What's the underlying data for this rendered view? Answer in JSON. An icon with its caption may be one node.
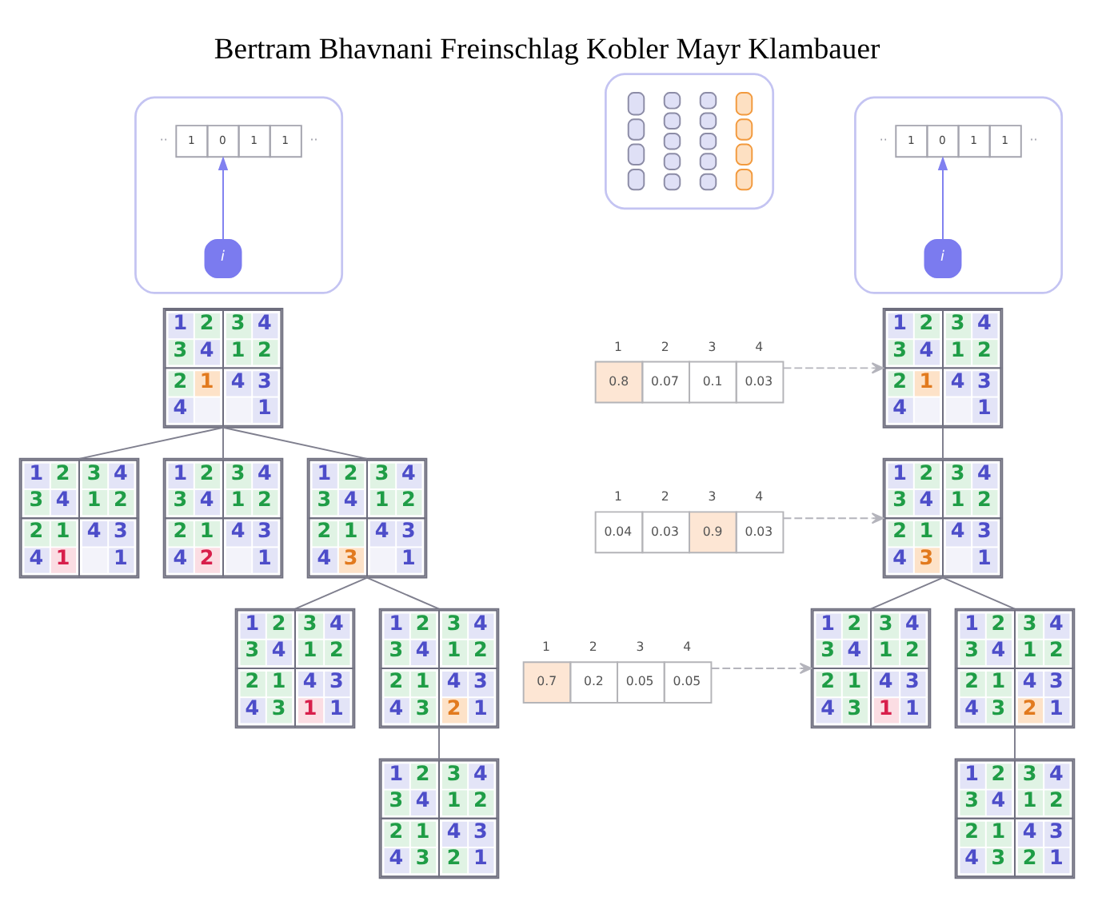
{
  "diagram": {
    "title": "Bertram Bhavnani Freinschlag Kobler Mayr Klambauer",
    "nodes": [
      {
        "text": [],
        "shape": "box"
      },
      {
        "text": [
          "··",
          "1",
          "0",
          "1",
          "1",
          "··"
        ],
        "in": 0
      },
      {
        "text": [
          "i"
        ],
        "in": 0
      },
      {
        "text": [
          "1",
          "2",
          "3",
          "4",
          "3",
          "4",
          "1",
          "2",
          "2",
          "1",
          "4",
          "3",
          "4",
          "1"
        ]
      },
      {
        "text": [
          "1",
          "2",
          "3",
          "4",
          "3",
          "4",
          "1",
          "2",
          "2",
          "1",
          "4",
          "3",
          "4",
          "1",
          "1"
        ]
      },
      {
        "text": [
          "1",
          "2",
          "3",
          "4",
          "3",
          "4",
          "1",
          "2",
          "2",
          "1",
          "4",
          "3",
          "4",
          "2",
          "1"
        ]
      },
      {
        "text": [
          "1",
          "2",
          "3",
          "4",
          "3",
          "4",
          "1",
          "2",
          "2",
          "1",
          "4",
          "3",
          "4",
          "3",
          "1"
        ]
      },
      {
        "text": [
          "1",
          "2",
          "3",
          "4",
          "3",
          "4",
          "1",
          "2",
          "2",
          "1",
          "4",
          "3",
          "4",
          "3",
          "1",
          "1"
        ]
      },
      {
        "text": [
          "1",
          "2",
          "3",
          "4",
          "3",
          "4",
          "1",
          "2",
          "2",
          "1",
          "4",
          "3",
          "4",
          "3",
          "2",
          "1"
        ]
      },
      {
        "text": [
          "1",
          "2",
          "3",
          "4",
          "3",
          "4",
          "1",
          "2",
          "2",
          "1",
          "4",
          "3",
          "4",
          "3",
          "2",
          "1"
        ]
      },
      {
        "text": [],
        "shape": "picture"
      },
      {
        "text": [],
        "shape": "box"
      },
      {
        "text": [
          "··",
          "1",
          "0",
          "1",
          "1",
          "··"
        ],
        "in": 11
      },
      {
        "text": [
          "i"
        ],
        "in": 11
      },
      {
        "text": [
          "1",
          "2",
          "3",
          "4",
          "0.8",
          "0.07",
          "0.1",
          "0.03"
        ]
      },
      {
        "text": [
          "1",
          "2",
          "3",
          "4",
          "3",
          "4",
          "1",
          "2",
          "2",
          "1",
          "4",
          "3",
          "4",
          "1"
        ]
      },
      {
        "text": [
          "1",
          "2",
          "3",
          "4",
          "0.04",
          "0.03",
          "0.9",
          "0.03"
        ]
      },
      {
        "text": [
          "1",
          "2",
          "3",
          "4",
          "3",
          "4",
          "1",
          "2",
          "2",
          "1",
          "4",
          "3",
          "4",
          "3",
          "1"
        ]
      },
      {
        "text": [
          "1",
          "2",
          "3",
          "4",
          "0.7",
          "0.2",
          "0.05",
          "0.05"
        ]
      },
      {
        "text": [
          "1",
          "2",
          "3",
          "4",
          "3",
          "4",
          "1",
          "2",
          "2",
          "1",
          "4",
          "3",
          "4",
          "3",
          "1",
          "1"
        ]
      },
      {
        "text": [
          "1",
          "2",
          "3",
          "4",
          "3",
          "4",
          "1",
          "2",
          "2",
          "1",
          "4",
          "3",
          "4",
          "3",
          "2",
          "1"
        ]
      },
      {
        "text": [
          "1",
          "2",
          "3",
          "4",
          "3",
          "4",
          "1",
          "2",
          "2",
          "1",
          "4",
          "3",
          "4",
          "3",
          "2",
          "1"
        ]
      }
    ],
    "edges": [
      {
        "from": 2,
        "to": 1,
        "arrow": "to",
        "color": "#8080f0"
      },
      {
        "from": 3,
        "to": 4,
        "arrow": "none"
      },
      {
        "from": 3,
        "to": 5,
        "arrow": "none"
      },
      {
        "from": 3,
        "to": 6,
        "arrow": "none"
      },
      {
        "from": 6,
        "to": 7,
        "arrow": "none"
      },
      {
        "from": 6,
        "to": 8,
        "arrow": "none"
      },
      {
        "from": 8,
        "to": 9,
        "arrow": "none"
      },
      {
        "from": 13,
        "to": 12,
        "arrow": "to",
        "color": "#8080f0"
      },
      {
        "from": 14,
        "to": 15,
        "arrow": "to",
        "style": "dashed",
        "color": "#b4b4bc"
      },
      {
        "from": 16,
        "to": 17,
        "arrow": "to",
        "style": "dashed",
        "color": "#b4b4bc"
      },
      {
        "from": 18,
        "to": 19,
        "arrow": "to",
        "style": "dashed",
        "color": "#b4b4bc"
      },
      {
        "from": 15,
        "to": 17,
        "arrow": "none"
      },
      {
        "from": 17,
        "to": 19,
        "arrow": "none"
      },
      {
        "from": 17,
        "to": 20,
        "arrow": "none"
      },
      {
        "from": 20,
        "to": 21,
        "arrow": "none"
      }
    ]
  }
}
